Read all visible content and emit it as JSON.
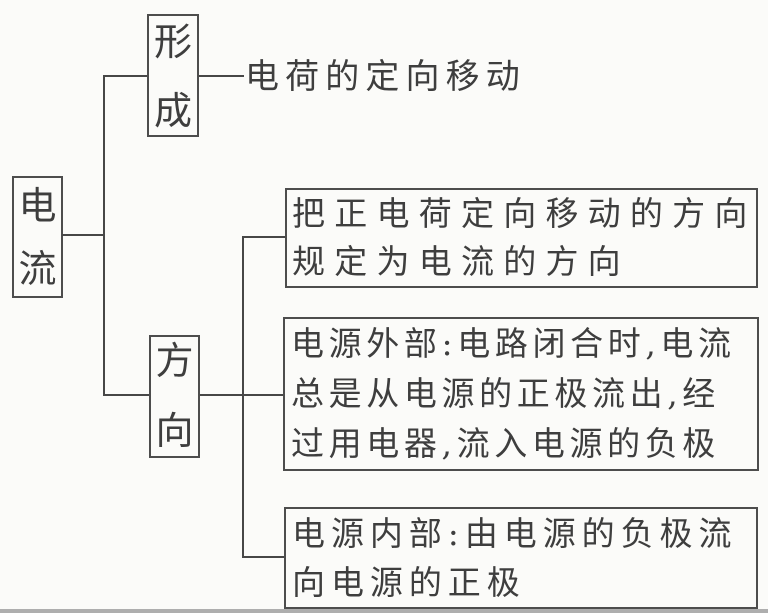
{
  "colors": {
    "ink": "#3e3e3e",
    "line": "#474747",
    "border": "#4d4d4d",
    "background": "#fbfbf9",
    "scan_strip": "#aeaeae"
  },
  "diagram": {
    "root": {
      "label": "电流",
      "chars": [
        "电",
        "流"
      ]
    },
    "branches": [
      {
        "node": {
          "label": "形成",
          "chars": [
            "形",
            "成"
          ]
        },
        "leaf_text": "电荷的定向移动"
      },
      {
        "node": {
          "label": "方向",
          "chars": [
            "方",
            "向"
          ]
        },
        "leaves": [
          {
            "lines": [
              "把正电荷定向移动的方向",
              "规定为电流的方向"
            ]
          },
          {
            "lines": [
              "电源外部:电路闭合时,电流",
              "总是从电源的正极流出,经",
              "过用电器,流入电源的负极"
            ]
          },
          {
            "lines": [
              "电源内部:由电源的负极流",
              "向电源的正极"
            ]
          }
        ]
      }
    ]
  }
}
